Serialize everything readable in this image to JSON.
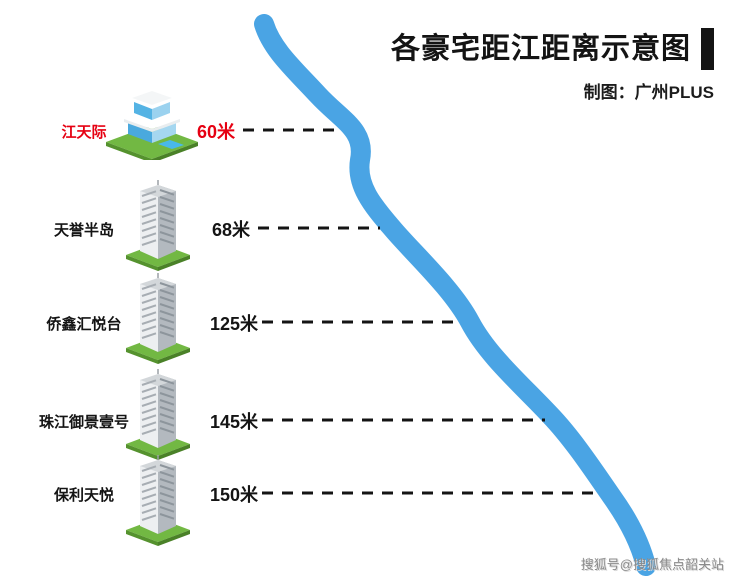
{
  "header": {
    "title": "各豪宅距江距离示意图",
    "subtitle": "制图：广州PLUS"
  },
  "diagram": {
    "buildings": [
      {
        "name": "江天际",
        "distance_label": "60米",
        "distance_m": 60,
        "highlighted": true
      },
      {
        "name": "天誉半岛",
        "distance_label": "68米",
        "distance_m": 68,
        "highlighted": false
      },
      {
        "name": "侨鑫汇悦台",
        "distance_label": "125米",
        "distance_m": 125,
        "highlighted": false
      },
      {
        "name": "珠江御景壹号",
        "distance_label": "145米",
        "distance_m": 145,
        "highlighted": false
      },
      {
        "name": "保利天悦",
        "distance_label": "150米",
        "distance_m": 150,
        "highlighted": false
      }
    ],
    "river_color": "#4aa4e4",
    "highlight_color": "#e60012",
    "dash_color": "#141414"
  },
  "watermark": "搜狐号@搜狐焦点韶关站"
}
